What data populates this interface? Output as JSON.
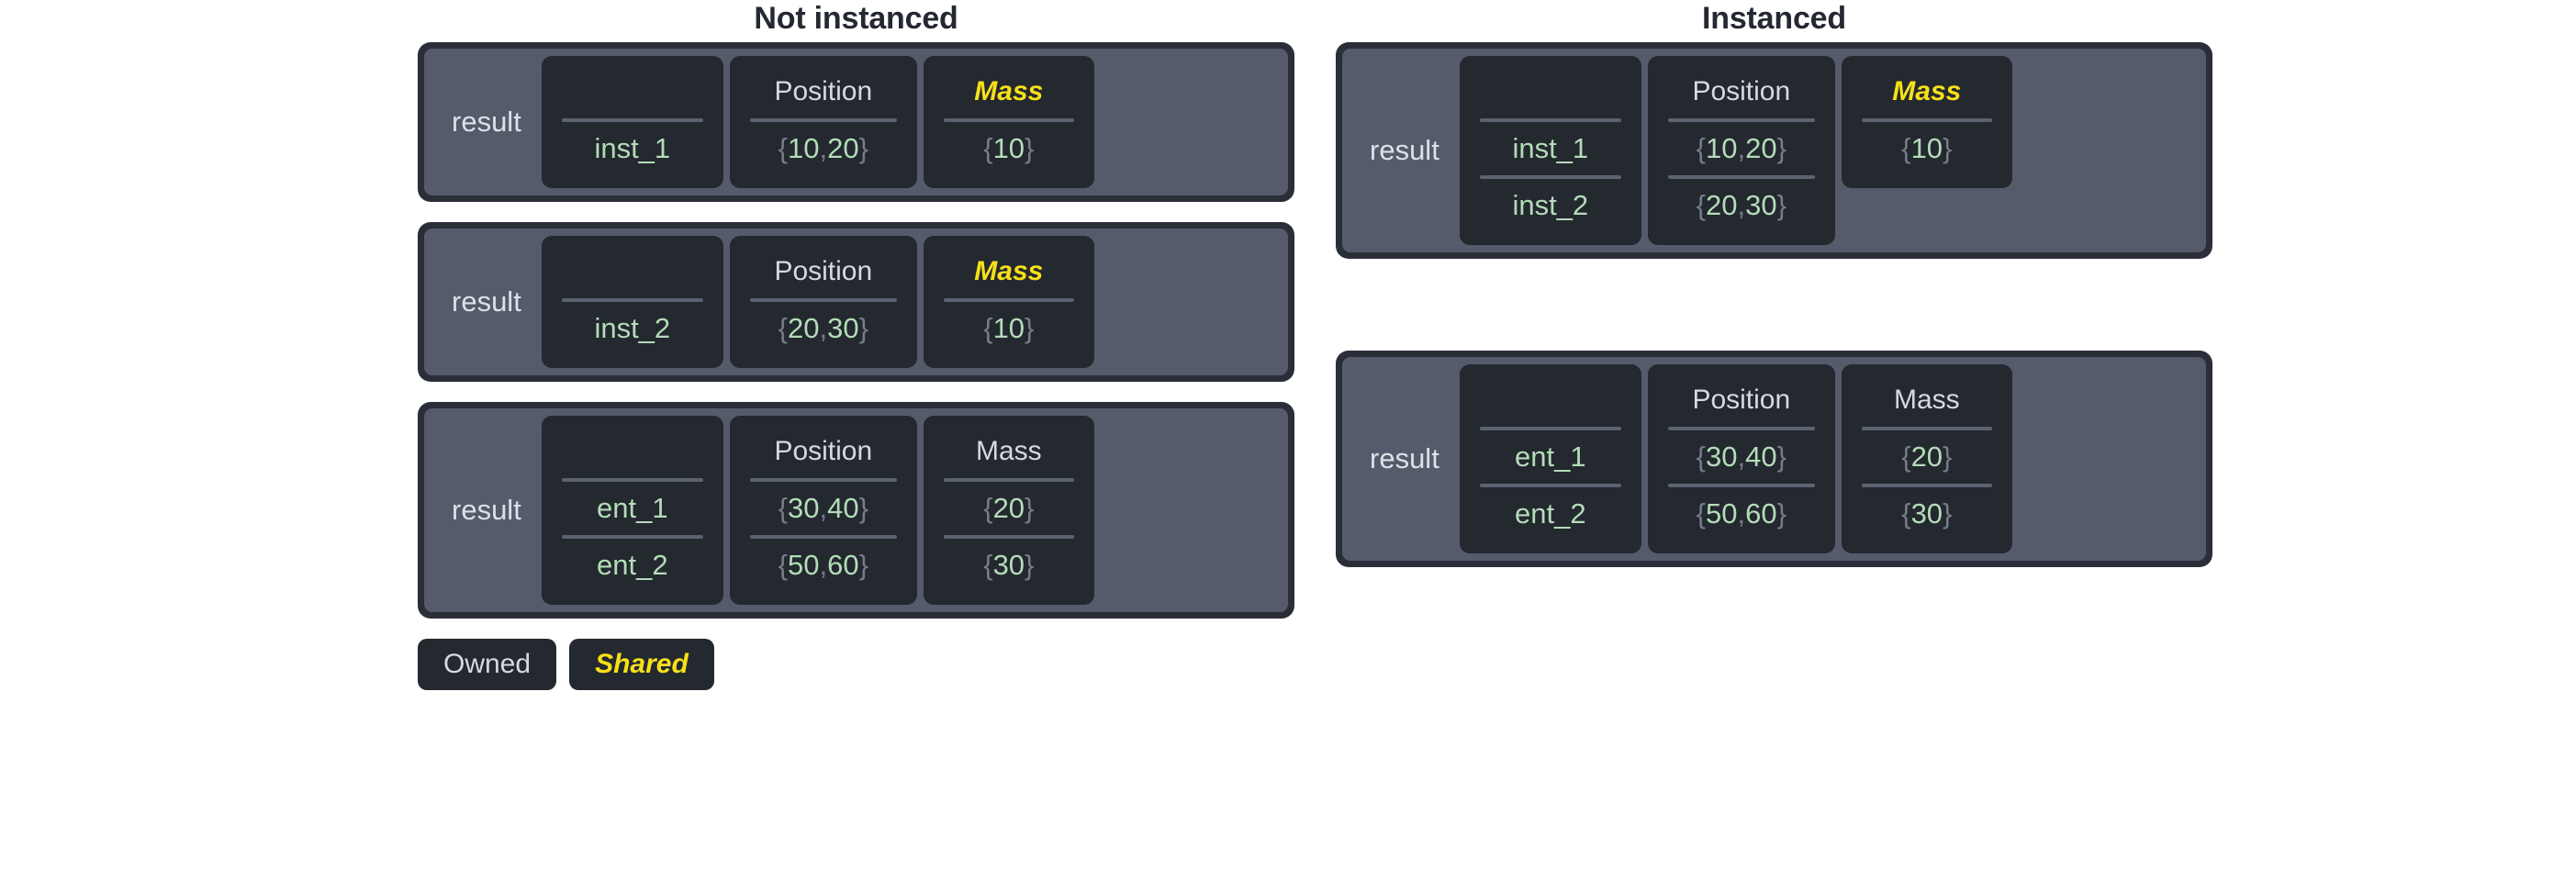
{
  "columns": {
    "left": {
      "title": "Not instanced",
      "tables": [
        {
          "label": "result",
          "headers": [
            {
              "text": "",
              "style": "blank"
            },
            {
              "text": "Position",
              "style": "owned"
            },
            {
              "text": "Mass",
              "style": "shared"
            }
          ],
          "rows": [
            {
              "id": "inst_1",
              "position": "{10, 20}",
              "mass": "{10}"
            }
          ]
        },
        {
          "label": "result",
          "headers": [
            {
              "text": "",
              "style": "blank"
            },
            {
              "text": "Position",
              "style": "owned"
            },
            {
              "text": "Mass",
              "style": "shared"
            }
          ],
          "rows": [
            {
              "id": "inst_2",
              "position": "{20, 30}",
              "mass": "{10}"
            }
          ]
        },
        {
          "label": "result",
          "headers": [
            {
              "text": "",
              "style": "blank"
            },
            {
              "text": "Position",
              "style": "owned"
            },
            {
              "text": "Mass",
              "style": "owned"
            }
          ],
          "rows": [
            {
              "id": "ent_1",
              "position": "{30, 40}",
              "mass": "{20}"
            },
            {
              "id": "ent_2",
              "position": "{50, 60}",
              "mass": "{30}"
            }
          ]
        }
      ]
    },
    "right": {
      "title": "Instanced",
      "tables": [
        {
          "label": "result",
          "headers": [
            {
              "text": "",
              "style": "blank"
            },
            {
              "text": "Position",
              "style": "owned"
            },
            {
              "text": "Mass",
              "style": "shared"
            }
          ],
          "rows": [
            {
              "id": "inst_1",
              "position": "{10, 20}",
              "mass": "{10}"
            },
            {
              "id": "inst_2",
              "position": "{20, 30}",
              "mass": null
            }
          ]
        },
        {
          "label": "result",
          "headers": [
            {
              "text": "",
              "style": "blank"
            },
            {
              "text": "Position",
              "style": "owned"
            },
            {
              "text": "Mass",
              "style": "owned"
            }
          ],
          "rows": [
            {
              "id": "ent_1",
              "position": "{30, 40}",
              "mass": "{20}"
            },
            {
              "id": "ent_2",
              "position": "{50, 60}",
              "mass": "{30}"
            }
          ]
        }
      ]
    }
  },
  "legend": {
    "owned_label": "Owned",
    "shared_label": "Shared"
  },
  "colors": {
    "background": "#ffffff",
    "frame_border": "#2a2e39",
    "panel": "#555b6a",
    "card": "#24282f",
    "header_text": "#d5d9e0",
    "value_text": "#b3dcb8",
    "brace_text": "#757c8a",
    "shared_accent": "#f7e018",
    "title_text": "#242832",
    "separator": "#5c6370"
  }
}
